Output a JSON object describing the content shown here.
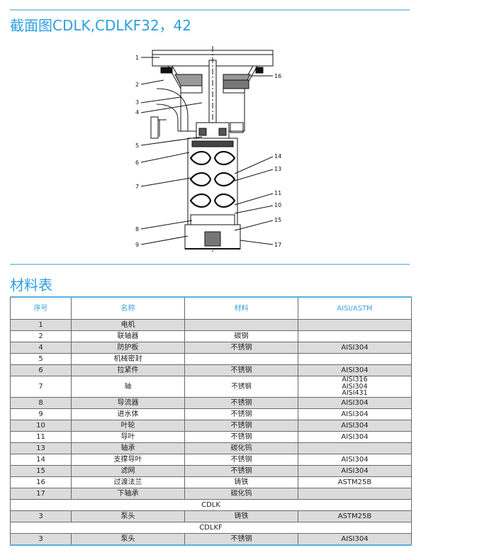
{
  "title": "截面图CDLK,CDLKF32，42",
  "diagram_labels": [
    "1",
    "2",
    "3",
    "4",
    "5",
    "6",
    "7",
    "8",
    "9",
    "16",
    "14",
    "13",
    "11",
    "10",
    "15",
    "17"
  ],
  "materials_title": "材料表",
  "table": {
    "headers": [
      "序号",
      "名称",
      "材料",
      "AISI/ASTM"
    ],
    "rows": [
      {
        "no": "1",
        "name": "电机",
        "material": "",
        "aisi": [
          ""
        ]
      },
      {
        "no": "2",
        "name": "联轴器",
        "material": "碳钢",
        "aisi": [
          ""
        ]
      },
      {
        "no": "4",
        "name": "防护板",
        "material": "不锈钢",
        "aisi": [
          "AISI304"
        ]
      },
      {
        "no": "5",
        "name": "机械密封",
        "material": "",
        "aisi": [
          ""
        ]
      },
      {
        "no": "6",
        "name": "拉紧件",
        "material": "不锈钢",
        "aisi": [
          "AISI304"
        ]
      },
      {
        "no": "7",
        "name": "轴",
        "material": "不锈钢",
        "aisi": [
          "AISI316",
          "AISI304",
          "AISI431"
        ]
      },
      {
        "no": "8",
        "name": "导流器",
        "material": "不锈钢",
        "aisi": [
          "AISI304"
        ]
      },
      {
        "no": "9",
        "name": "进水体",
        "material": "不锈钢",
        "aisi": [
          "AISI304"
        ]
      },
      {
        "no": "10",
        "name": "叶轮",
        "material": "不锈钢",
        "aisi": [
          "AISI304"
        ]
      },
      {
        "no": "11",
        "name": "导叶",
        "material": "不锈钢",
        "aisi": [
          "AISI304"
        ]
      },
      {
        "no": "13",
        "name": "轴承",
        "material": "碳化钨",
        "aisi": [
          ""
        ]
      },
      {
        "no": "14",
        "name": "支撑导叶",
        "material": "不锈钢",
        "aisi": [
          "AISI304"
        ]
      },
      {
        "no": "15",
        "name": "滤网",
        "material": "不锈钢",
        "aisi": [
          "AISI304"
        ]
      },
      {
        "no": "16",
        "name": "过渡法兰",
        "material": "铸铁",
        "aisi": [
          "ASTM25B"
        ]
      },
      {
        "no": "17",
        "name": "下轴承",
        "material": "碳化钨",
        "aisi": [
          ""
        ]
      }
    ],
    "sections": [
      {
        "label": "CDLK",
        "row": {
          "no": "3",
          "name": "泵头",
          "material": "铸铁",
          "aisi": [
            "ASTM25B"
          ]
        }
      },
      {
        "label": "CDLKF",
        "row": {
          "no": "3",
          "name": "泵头",
          "material": "不锈钢",
          "aisi": [
            "AISI304"
          ]
        }
      }
    ]
  }
}
